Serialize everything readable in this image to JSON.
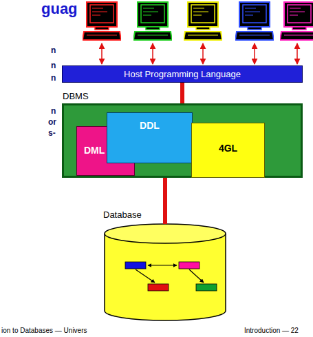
{
  "diagram": {
    "nodes": [
      {
        "text": [
          "Host Programming Language"
        ]
      },
      {
        "text": [
          "DBMS"
        ]
      },
      {
        "text": [
          "DML"
        ],
        "in": 1
      },
      {
        "text": [
          "DDL"
        ],
        "in": 1
      },
      {
        "text": [
          "4GL"
        ],
        "in": 1
      },
      {
        "text": [
          "Database"
        ]
      }
    ],
    "edges": [
      {
        "from": 0,
        "to": 1,
        "arrow": "none"
      },
      {
        "from": 1,
        "to": 5,
        "arrow": "none"
      }
    ],
    "labels": [
      "guag",
      "n",
      "n",
      "n",
      "n",
      "or",
      "s-",
      "ion to Databases — Univers",
      "Introduction — 22"
    ]
  }
}
